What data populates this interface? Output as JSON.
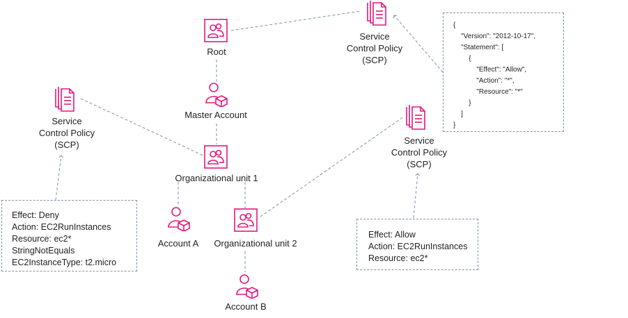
{
  "colors": {
    "icon": "#e7157b",
    "connector": "#7a93ad"
  },
  "root": {
    "label": "Root"
  },
  "master_account": {
    "label": "Master Account"
  },
  "ou1": {
    "label": "Organizational unit 1"
  },
  "ou2": {
    "label": "Organizational unit 2"
  },
  "account_a": {
    "label": "Account A"
  },
  "account_b": {
    "label": "Account B"
  },
  "scp_top": {
    "lines": [
      "Service",
      "Control Policy",
      "(SCP)"
    ]
  },
  "scp_left": {
    "lines": [
      "Service",
      "Control Policy",
      "(SCP)"
    ]
  },
  "scp_right": {
    "lines": [
      "Service",
      "Control Policy",
      "(SCP)"
    ]
  },
  "json_policy": {
    "lines": [
      "{",
      "    \"Version\": \"2012-10-17\",",
      "    \"Statement\": [",
      "        {",
      "            \"Effect\": \"Allow\",",
      "            \"Action\": \"*\",",
      "            \"Resource\": \"*\"",
      "        }",
      "    ]",
      "}"
    ]
  },
  "deny_policy": {
    "lines": [
      "Effect: Deny",
      "Action: EC2RunInstances",
      "Resource: ec2*",
      "StringNotEquals",
      "EC2InstanceType: t2.micro"
    ]
  },
  "allow_policy": {
    "lines": [
      "Effect: Allow",
      "Action: EC2RunInstances",
      "Resource: ec2*"
    ]
  }
}
